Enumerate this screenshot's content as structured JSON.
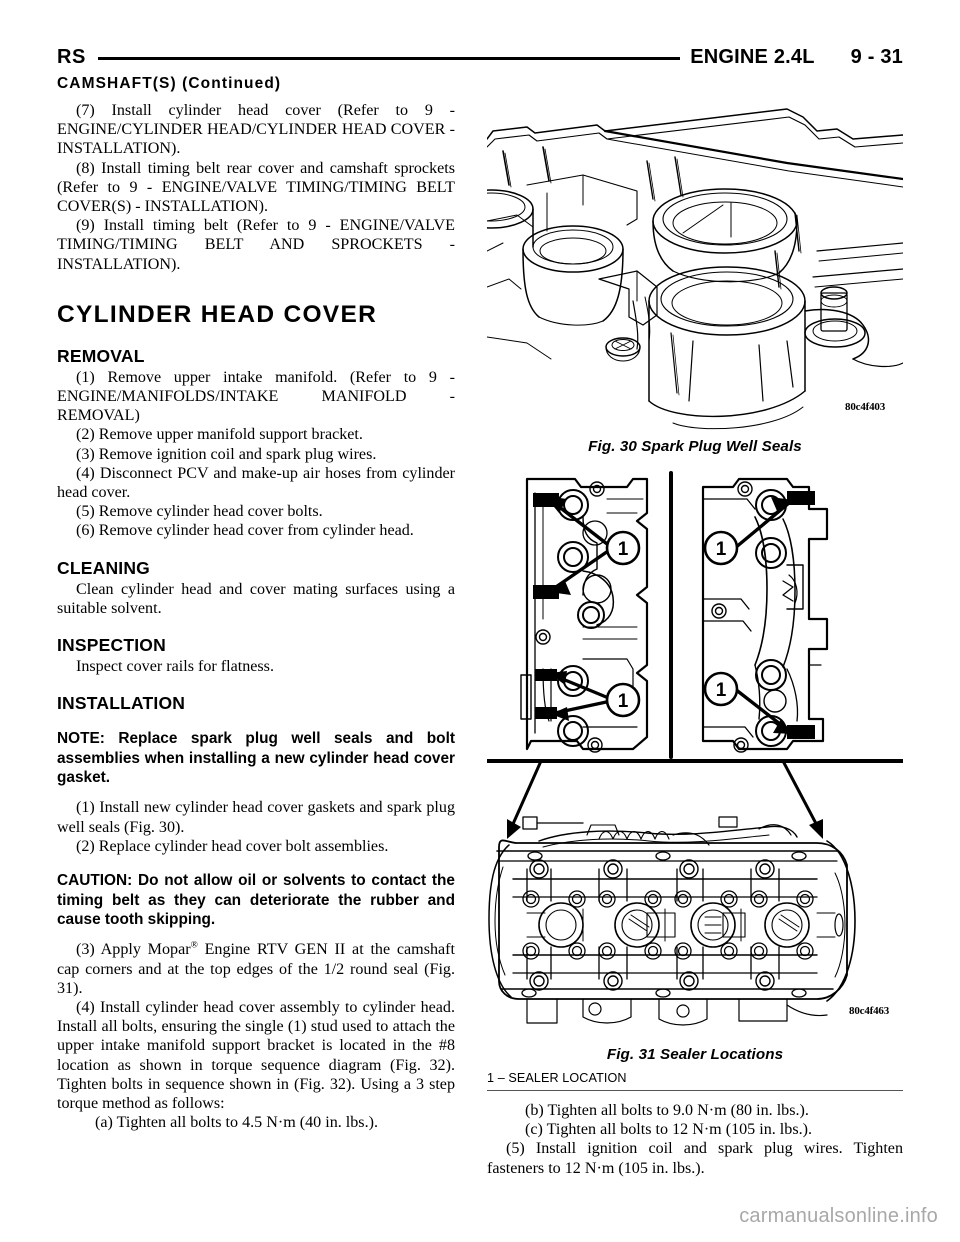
{
  "header": {
    "code": "RS",
    "title": "ENGINE 2.4L",
    "page": "9 - 31",
    "continued_heading": "CAMSHAFT(S) (Continued)"
  },
  "left_column": {
    "camshaft_steps": [
      "(7) Install cylinder head cover (Refer to 9 - ENGINE/CYLINDER HEAD/CYLINDER HEAD COVER - INSTALLATION).",
      "(8) Install timing belt rear cover and camshaft sprockets (Refer to 9 - ENGINE/VALVE TIMING/TIMING BELT COVER(S) - INSTALLATION).",
      "(9) Install timing belt (Refer to 9 - ENGINE/VALVE TIMING/TIMING BELT AND SPROCKETS - INSTALLATION)."
    ],
    "major_heading": "CYLINDER HEAD COVER",
    "removal": {
      "heading": "REMOVAL",
      "steps": [
        "(1) Remove upper intake manifold. (Refer to 9 - ENGINE/MANIFOLDS/INTAKE MANIFOLD - REMOVAL)",
        "(2) Remove upper manifold support bracket.",
        "(3) Remove ignition coil and spark plug wires.",
        "(4) Disconnect PCV and make-up air hoses from cylinder head cover.",
        "(5) Remove cylinder head cover bolts.",
        "(6) Remove cylinder head cover from cylinder head."
      ]
    },
    "cleaning": {
      "heading": "CLEANING",
      "text": "Clean cylinder head and cover mating surfaces using a suitable solvent."
    },
    "inspection": {
      "heading": "INSPECTION",
      "text": "Inspect cover rails for flatness."
    },
    "installation": {
      "heading": "INSTALLATION",
      "note": "NOTE: Replace spark plug well seals and bolt assemblies when installing a new cylinder head cover gasket.",
      "step1": "(1) Install new cylinder head cover gaskets and spark plug well seals (Fig. 30).",
      "step2": "(2) Replace cylinder head cover bolt assemblies.",
      "caution": "CAUTION: Do not allow oil or solvents to contact the timing belt as they can deteriorate the rubber and cause tooth skipping.",
      "step3_pre": "(3) Apply Mopar",
      "step3_reg": "®",
      "step3_post": " Engine RTV GEN II at the camshaft cap corners and at the top edges of the 1/2 round seal (Fig. 31).",
      "step4": "(4) Install cylinder head cover assembly to cylinder head. Install all bolts, ensuring the single (1) stud used to attach the upper intake manifold support bracket is located in the #8 location as shown in torque sequence diagram (Fig. 32). Tighten bolts in sequence shown in (Fig. 32). Using a 3 step torque method as follows:",
      "step4a": "(a) Tighten all bolts to 4.5 N·m (40 in. lbs.)."
    }
  },
  "right_column": {
    "fig30": {
      "caption": "Fig. 30 Spark Plug Well Seals",
      "image_id": "80c4f403"
    },
    "fig31": {
      "caption": "Fig. 31 Sealer Locations",
      "image_id": "80c4f463",
      "legend": "1 – SEALER LOCATION",
      "callout_label": "1"
    },
    "continuation": {
      "step4b": "(b) Tighten all bolts to 9.0 N·m (80 in. lbs.).",
      "step4c": "(c) Tighten all bolts to 12 N·m (105 in. lbs.).",
      "step5": "(5) Install ignition coil and spark plug wires. Tighten fasteners to 12 N·m (105 in. lbs.)."
    }
  },
  "watermark": "carmanualsonline.info"
}
